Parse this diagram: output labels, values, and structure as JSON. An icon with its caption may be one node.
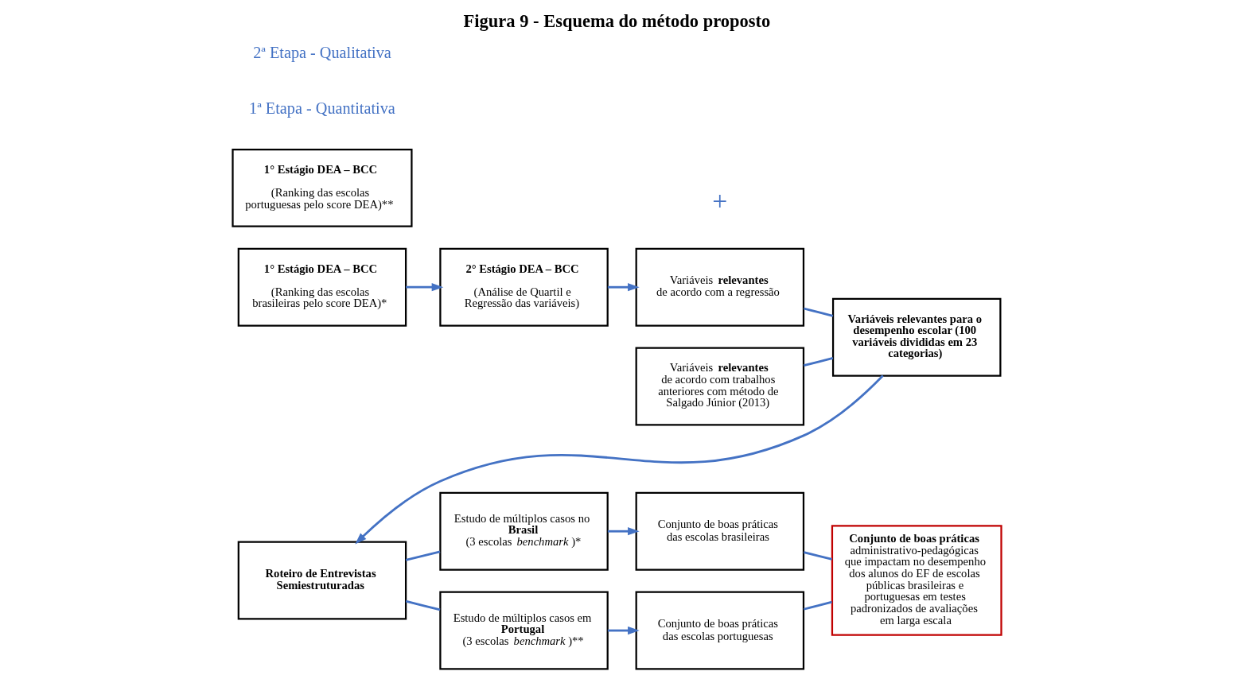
{
  "diagram": {
    "title": "Figura 9 - Esquema do método proposto",
    "nodes": [
      {
        "text": [
          "1° Estágio DEA – BCC",
          "(Ranking das escolas brasileiras pelo score DEA)*"
        ]
      },
      {
        "text": [
          "2° Estágio DEA – BCC",
          "(Análise de Quartil e Regressão das variáveis)"
        ]
      },
      {
        "text": [
          "Variáveis **relevantes** de acordo com a regressão"
        ]
      },
      {
        "text": [
          "1° Estágio DEA – BCC",
          "(Ranking das escolas portuguesas pelo score DEA)**"
        ]
      },
      {
        "text": [
          "Variáveis **relevantes** de acordo com trabalhos anteriores com método de Salgado Júnior (2013)"
        ]
      },
      {
        "text": [
          "Variáveis relevantes para o desempenho escolar (100 variáveis divididas em 23 categorias)"
        ]
      },
      {
        "text": [
          "Roteiro de Entrevistas Semiestruturadas"
        ]
      },
      {
        "text": [
          "Estudo de múltiplos casos no **Brasil** (3 escolas *benchmark*)*"
        ]
      },
      {
        "text": [
          "Estudo de múltiplos casos em **Portugal** (3 escolas *benchmark*)**"
        ]
      },
      {
        "text": [
          "Conjunto de boas práticas das escolas brasileiras"
        ]
      },
      {
        "text": [
          "Conjunto de boas práticas das escolas portuguesas"
        ]
      },
      {
        "text": [
          "Conjunto de boas práticas",
          "administrativo-pedagógicas que impactam no desempenho dos alunos do EF de escolas públicas brasileiras e portuguesas em testes padronizados de avaliações em larga escala"
        ]
      }
    ],
    "edges": [
      {
        "from": 0,
        "to": 1,
        "arrow": "to"
      },
      {
        "from": 1,
        "to": 2,
        "arrow": "to"
      },
      {
        "from": 2,
        "to": 5,
        "arrow": "none"
      },
      {
        "from": 4,
        "to": 5,
        "arrow": "none"
      },
      {
        "from": 5,
        "to": 6,
        "arrow": "to"
      },
      {
        "from": 6,
        "to": 7,
        "arrow": "none"
      },
      {
        "from": 6,
        "to": 8,
        "arrow": "none"
      },
      {
        "from": 7,
        "to": 9,
        "arrow": "to"
      },
      {
        "from": 8,
        "to": 10,
        "arrow": "to"
      },
      {
        "from": 9,
        "to": 11,
        "arrow": "none"
      },
      {
        "from": 10,
        "to": 11,
        "arrow": "none"
      }
    ],
    "labels": [
      "1ª Etapa - Quantitativa",
      "+",
      "2ª Etapa - Qualitativa"
    ]
  }
}
